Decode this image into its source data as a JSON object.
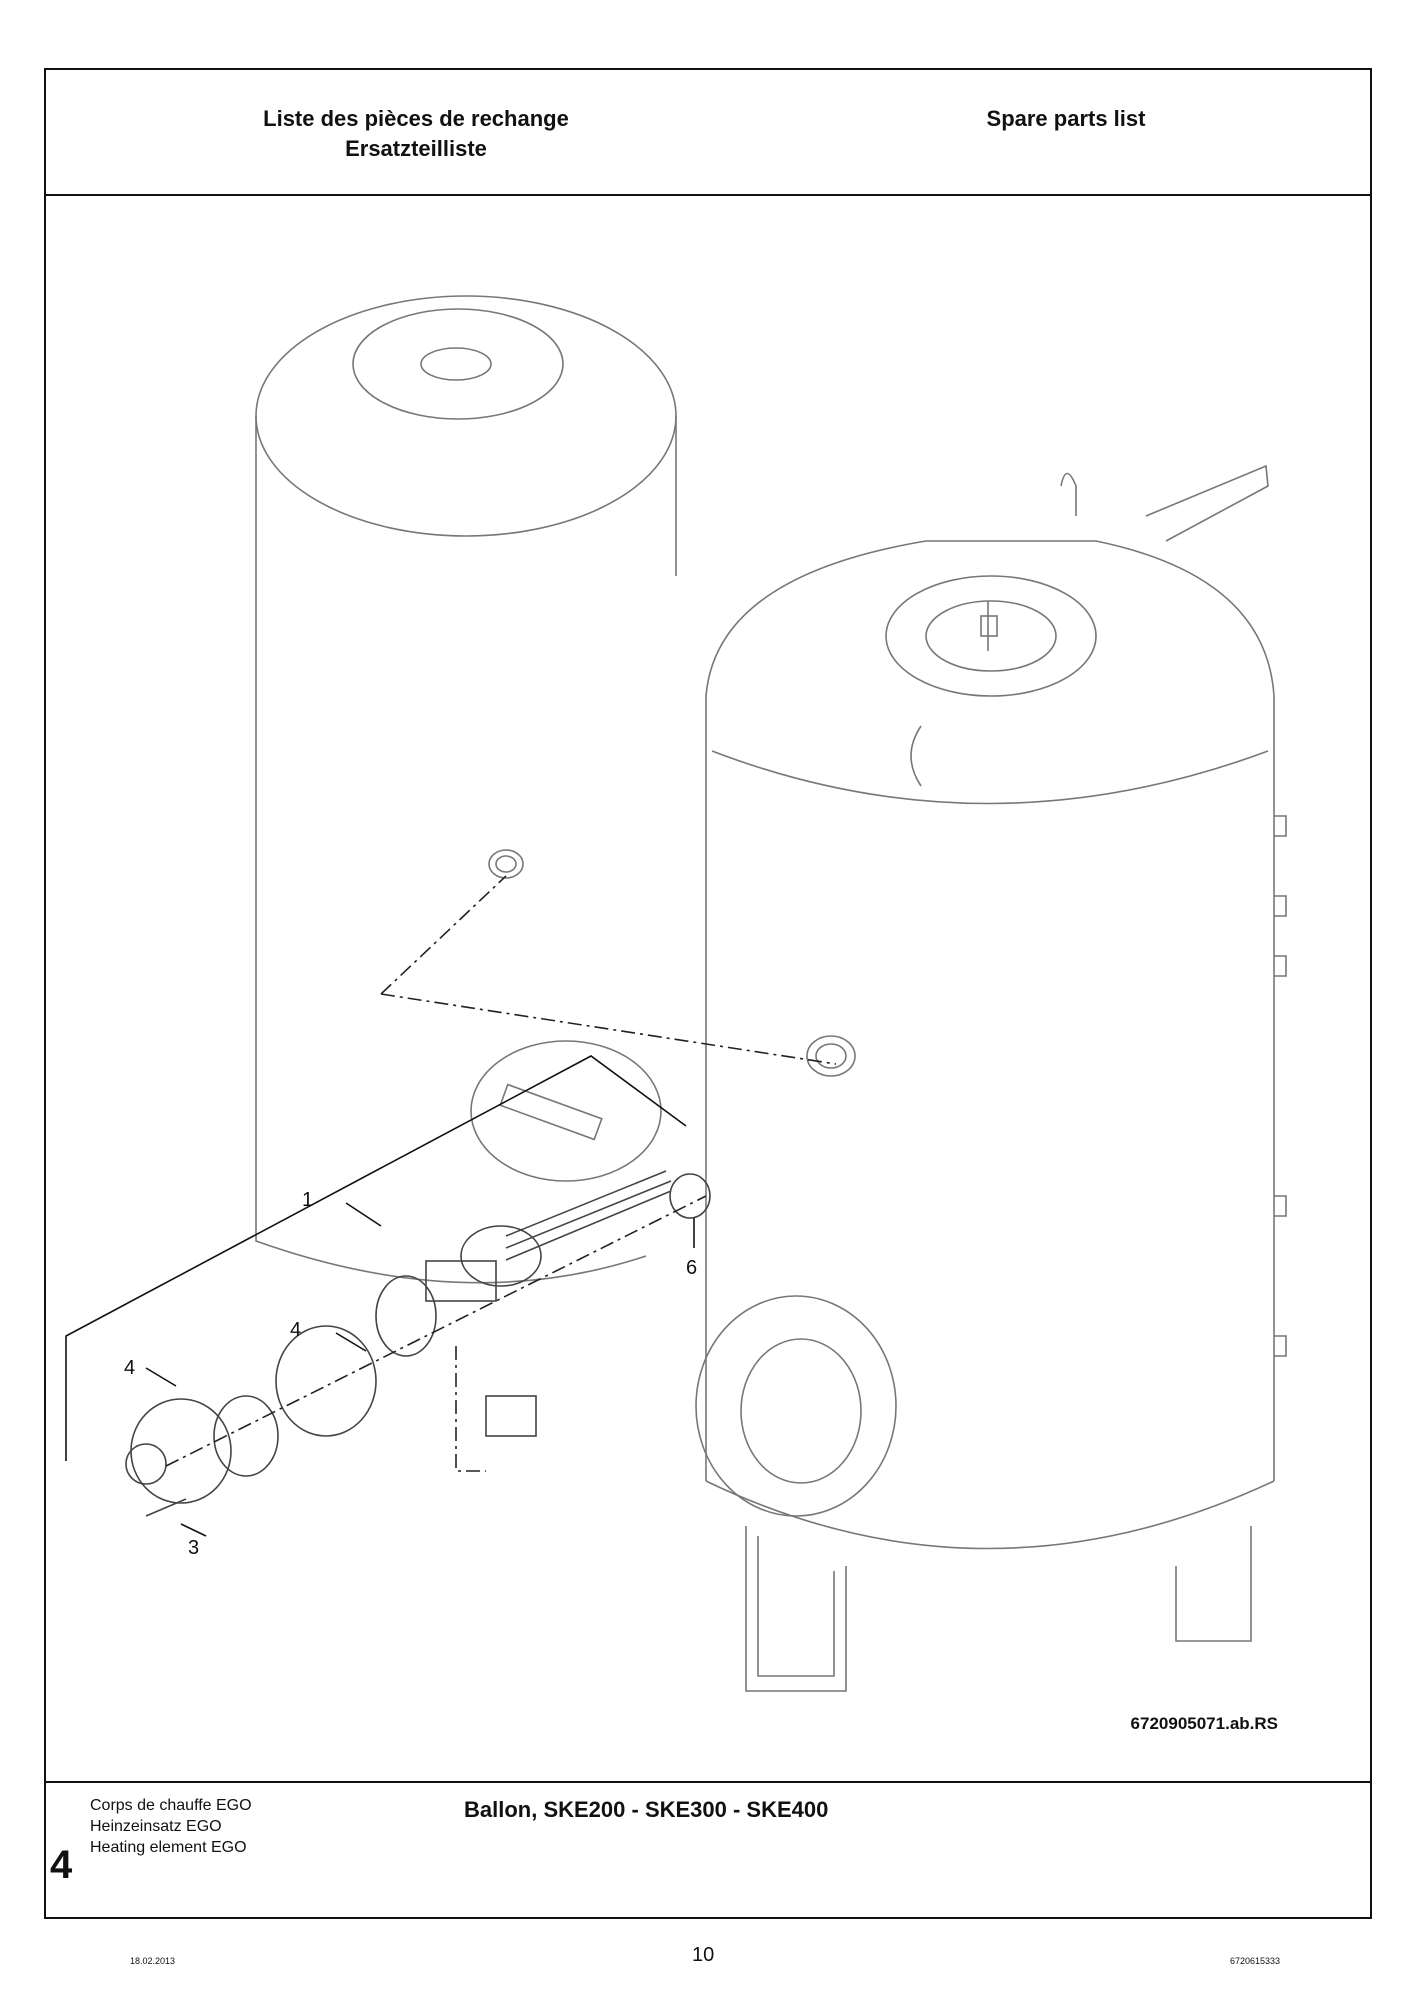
{
  "header": {
    "title_fr": "Liste des pièces de rechange",
    "title_de": "Ersatzteilliste",
    "title_en": "Spare parts list"
  },
  "drawing": {
    "figure_code": "6720905071.ab.RS",
    "callouts": [
      "1",
      "6",
      "4",
      "4",
      "3"
    ]
  },
  "footer": {
    "section_number": "4",
    "desc_fr": "Corps de chauffe EGO",
    "desc_de": "Heinzeinsatz EGO",
    "desc_en": "Heating element EGO",
    "product_title": "Ballon, SKE200 - SKE300 - SKE400"
  },
  "page_footer": {
    "date": "18.02.2013",
    "page_number": "10",
    "doc_code": "6720615333"
  }
}
